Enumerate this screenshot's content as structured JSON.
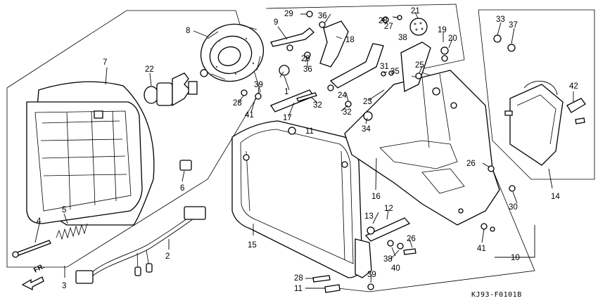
{
  "diagram_code": "KJ93-F0101B",
  "direction_label": "FR.",
  "callouts": [
    {
      "id": "c1",
      "text": "1"
    },
    {
      "id": "c2",
      "text": "2"
    },
    {
      "id": "c3",
      "text": "3"
    },
    {
      "id": "c4",
      "text": "4"
    },
    {
      "id": "c5",
      "text": "5"
    },
    {
      "id": "c6",
      "text": "6"
    },
    {
      "id": "c7",
      "text": "7"
    },
    {
      "id": "c8",
      "text": "8"
    },
    {
      "id": "c9",
      "text": "9"
    },
    {
      "id": "c10",
      "text": "10"
    },
    {
      "id": "c11a",
      "text": "11"
    },
    {
      "id": "c11b",
      "text": "11"
    },
    {
      "id": "c12",
      "text": "12"
    },
    {
      "id": "c13",
      "text": "13"
    },
    {
      "id": "c14",
      "text": "14"
    },
    {
      "id": "c15",
      "text": "15"
    },
    {
      "id": "c16",
      "text": "16"
    },
    {
      "id": "c17",
      "text": "17"
    },
    {
      "id": "c18",
      "text": "18"
    },
    {
      "id": "c19",
      "text": "19"
    },
    {
      "id": "c20",
      "text": "20"
    },
    {
      "id": "c21",
      "text": "21"
    },
    {
      "id": "c22",
      "text": "22"
    },
    {
      "id": "c23",
      "text": "23"
    },
    {
      "id": "c24",
      "text": "24"
    },
    {
      "id": "c25",
      "text": "25"
    },
    {
      "id": "c26a",
      "text": "26"
    },
    {
      "id": "c26b",
      "text": "26"
    },
    {
      "id": "c27",
      "text": "27"
    },
    {
      "id": "c28a",
      "text": "28"
    },
    {
      "id": "c28b",
      "text": "28"
    },
    {
      "id": "c28c",
      "text": "28"
    },
    {
      "id": "c29a",
      "text": "29"
    },
    {
      "id": "c29b",
      "text": "29"
    },
    {
      "id": "c30",
      "text": "30"
    },
    {
      "id": "c31",
      "text": "31"
    },
    {
      "id": "c32a",
      "text": "32"
    },
    {
      "id": "c32b",
      "text": "32"
    },
    {
      "id": "c33",
      "text": "33"
    },
    {
      "id": "c34",
      "text": "34"
    },
    {
      "id": "c35",
      "text": "35"
    },
    {
      "id": "c36a",
      "text": "36"
    },
    {
      "id": "c36b",
      "text": "36"
    },
    {
      "id": "c37",
      "text": "37"
    },
    {
      "id": "c38a",
      "text": "38"
    },
    {
      "id": "c38b",
      "text": "38"
    },
    {
      "id": "c39a",
      "text": "39"
    },
    {
      "id": "c39b",
      "text": "39"
    },
    {
      "id": "c40",
      "text": "40"
    },
    {
      "id": "c41a",
      "text": "41"
    },
    {
      "id": "c41b",
      "text": "41"
    },
    {
      "id": "c42",
      "text": "42"
    }
  ]
}
